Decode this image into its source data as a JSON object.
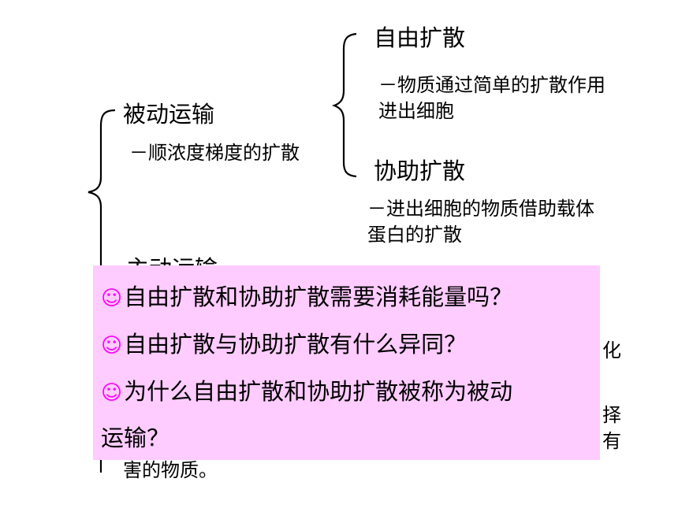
{
  "diagram": {
    "passive": {
      "title": "被动运输",
      "desc": "－顺浓度梯度的扩散"
    },
    "free_diffusion": {
      "title": "自由扩散",
      "desc_line1": "－物质通过简单的扩散作用",
      "desc_line2": "进出细胞"
    },
    "facilitated_diffusion": {
      "title": "协助扩散",
      "desc_line1": "－进出细胞的物质借助载体",
      "desc_line2": "蛋白的扩散"
    },
    "active_partial": "主动运输",
    "right_fragments": [
      "化",
      "择",
      "有"
    ],
    "bottom_fragment": "害的物质。"
  },
  "popup": {
    "background": "#ffccff",
    "smiley_color": "#ff00ff",
    "smiley": "☺",
    "questions": [
      "自由扩散和协助扩散需要消耗能量吗？",
      "自由扩散与协助扩散有什么异同？",
      "为什么自由扩散和协助扩散被称为被动"
    ],
    "question_wrap": "运输？"
  }
}
